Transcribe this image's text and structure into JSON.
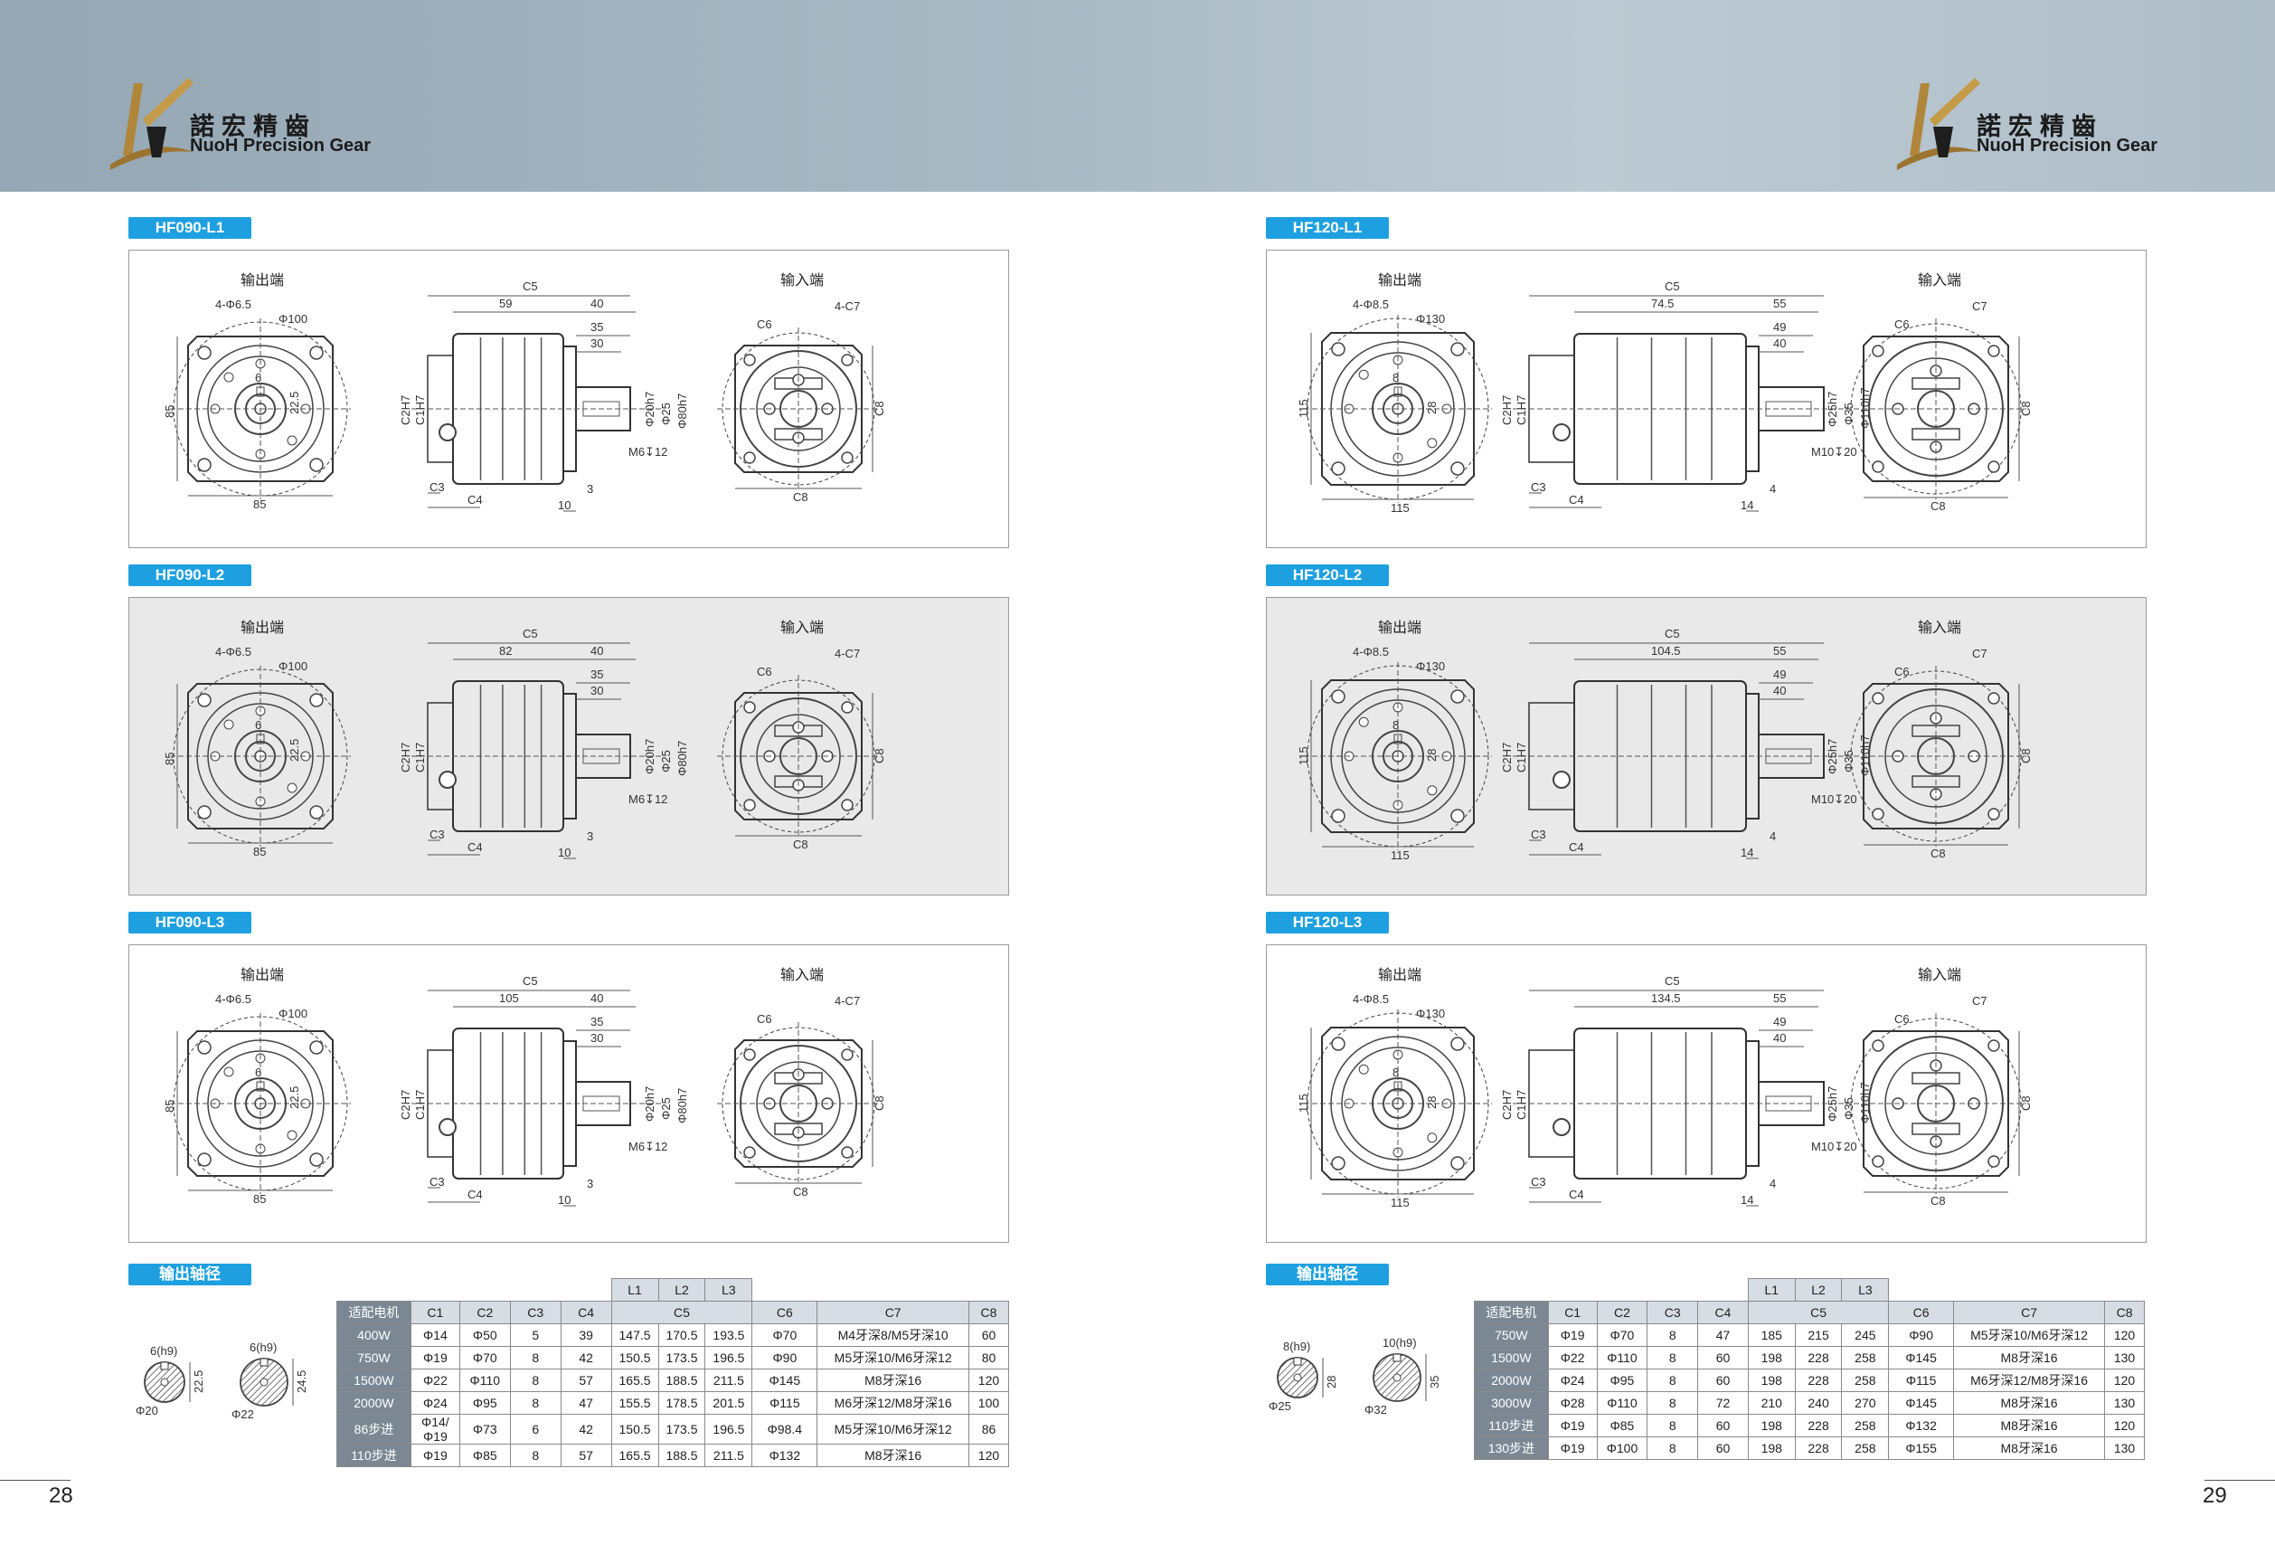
{
  "brand": {
    "cn": "諾宏精齒",
    "en": "NuoH Precision Gear"
  },
  "page_left": "28",
  "page_right": "29",
  "section_shaft": "输出轴径",
  "colors": {
    "accent": "#1ea0e0",
    "header_bg": "#a7b6c1",
    "row_label_bg": "#7b8894",
    "panel_grey": "#e9e9ea"
  },
  "models": {
    "hf090_l1": {
      "tag": "HF090-L1",
      "out": "输出端",
      "in": "输入端",
      "holes": "4-Φ6.5",
      "pcd": "Φ100",
      "d_6": "6",
      "d_225": "22.5",
      "d_flange": "85",
      "c5": "C5",
      "l_body": "59",
      "l_shaft": "40",
      "l_35": "35",
      "l_30": "30",
      "phi_shaft": "Φ20h7",
      "phi_25": "Φ25",
      "phi_pilot": "Φ80h7",
      "thread": "M6↧12",
      "c2": "C2H7",
      "c1": "C1H7",
      "c3": "C3",
      "c4": "C4",
      "d_10": "10",
      "d_3": "3",
      "c6": "C6",
      "c7": "4-C7",
      "c8": "C8"
    },
    "hf090_l2": {
      "tag": "HF090-L2",
      "out": "输出端",
      "in": "输入端",
      "holes": "4-Φ6.5",
      "pcd": "Φ100",
      "d_6": "6",
      "d_225": "22.5",
      "d_flange": "85",
      "c5": "C5",
      "l_body": "82",
      "l_shaft": "40",
      "l_35": "35",
      "l_30": "30",
      "phi_shaft": "Φ20h7",
      "phi_25": "Φ25",
      "phi_pilot": "Φ80h7",
      "thread": "M6↧12",
      "c2": "C2H7",
      "c1": "C1H7",
      "c3": "C3",
      "c4": "C4",
      "d_10": "10",
      "d_3": "3",
      "c6": "C6",
      "c7": "4-C7",
      "c8": "C8"
    },
    "hf090_l3": {
      "tag": "HF090-L3",
      "out": "输出端",
      "in": "输入端",
      "holes": "4-Φ6.5",
      "pcd": "Φ100",
      "d_6": "6",
      "d_225": "22.5",
      "d_flange": "85",
      "c5": "C5",
      "l_body": "105",
      "l_shaft": "40",
      "l_35": "35",
      "l_30": "30",
      "phi_shaft": "Φ20h7",
      "phi_25": "Φ25",
      "phi_pilot": "Φ80h7",
      "thread": "M6↧12",
      "c2": "C2H7",
      "c1": "C1H7",
      "c3": "C3",
      "c4": "C4",
      "d_10": "10",
      "d_3": "3",
      "c6": "C6",
      "c7": "4-C7",
      "c8": "C8"
    },
    "hf120_l1": {
      "tag": "HF120-L1",
      "out": "输出端",
      "in": "输入端",
      "holes": "4-Φ8.5",
      "pcd": "Φ130",
      "d_6": "8",
      "d_225": "28",
      "d_flange": "115",
      "c5": "C5",
      "l_body": "74.5",
      "l_shaft": "55",
      "l_35": "49",
      "l_30": "40",
      "phi_shaft": "Φ25h7",
      "phi_25": "Φ35",
      "phi_pilot": "Φ110h7",
      "thread": "M10↧20",
      "c2": "C2H7",
      "c1": "C1H7",
      "c3": "C3",
      "c4": "C4",
      "d_10": "14",
      "d_3": "4",
      "c6": "C6",
      "c7": "C7",
      "c8": "C8"
    },
    "hf120_l2": {
      "tag": "HF120-L2",
      "out": "输出端",
      "in": "输入端",
      "holes": "4-Φ8.5",
      "pcd": "Φ130",
      "d_6": "8",
      "d_225": "28",
      "d_flange": "115",
      "c5": "C5",
      "l_body": "104.5",
      "l_shaft": "55",
      "l_35": "49",
      "l_30": "40",
      "phi_shaft": "Φ25h7",
      "phi_25": "Φ35",
      "phi_pilot": "Φ110h7",
      "thread": "M10↧20",
      "c2": "C2H7",
      "c1": "C1H7",
      "c3": "C3",
      "c4": "C4",
      "d_10": "14",
      "d_3": "4",
      "c6": "C6",
      "c7": "C7",
      "c8": "C8"
    },
    "hf120_l3": {
      "tag": "HF120-L3",
      "out": "输出端",
      "in": "输入端",
      "holes": "4-Φ8.5",
      "pcd": "Φ130",
      "d_6": "8",
      "d_225": "28",
      "d_flange": "115",
      "c5": "C5",
      "l_body": "134.5",
      "l_shaft": "55",
      "l_35": "49",
      "l_30": "40",
      "phi_shaft": "Φ25h7",
      "phi_25": "Φ35",
      "phi_pilot": "Φ110h7",
      "thread": "M10↧20",
      "c2": "C2H7",
      "c1": "C1H7",
      "c3": "C3",
      "c4": "C4",
      "d_10": "14",
      "d_3": "4",
      "c6": "C6",
      "c7": "C7",
      "c8": "C8"
    }
  },
  "shaft_left": {
    "key1": "6(h9)",
    "h1": "22.5",
    "dia1": "Φ20",
    "key2": "6(h9)",
    "h2": "24.5",
    "dia2": "Φ22"
  },
  "shaft_right": {
    "key1": "8(h9)",
    "h1": "28",
    "dia1": "Φ25",
    "key2": "10(h9)",
    "h2": "35",
    "dia2": "Φ32"
  },
  "table_left": {
    "header": [
      "适配电机",
      "C1",
      "C2",
      "C3",
      "C4",
      "C5",
      "C6",
      "C7",
      "C8"
    ],
    "sub": [
      "L1",
      "L2",
      "L3"
    ],
    "rows": [
      [
        "400W",
        "Φ14",
        "Φ50",
        "5",
        "39",
        "147.5",
        "170.5",
        "193.5",
        "Φ70",
        "M4牙深8/M5牙深10",
        "60"
      ],
      [
        "750W",
        "Φ19",
        "Φ70",
        "8",
        "42",
        "150.5",
        "173.5",
        "196.5",
        "Φ90",
        "M5牙深10/M6牙深12",
        "80"
      ],
      [
        "1500W",
        "Φ22",
        "Φ110",
        "8",
        "57",
        "165.5",
        "188.5",
        "211.5",
        "Φ145",
        "M8牙深16",
        "120"
      ],
      [
        "2000W",
        "Φ24",
        "Φ95",
        "8",
        "47",
        "155.5",
        "178.5",
        "201.5",
        "Φ115",
        "M6牙深12/M8牙深16",
        "100"
      ],
      [
        "86步进",
        "Φ14/Φ19",
        "Φ73",
        "6",
        "42",
        "150.5",
        "173.5",
        "196.5",
        "Φ98.4",
        "M5牙深10/M6牙深12",
        "86"
      ],
      [
        "110步进",
        "Φ19",
        "Φ85",
        "8",
        "57",
        "165.5",
        "188.5",
        "211.5",
        "Φ132",
        "M8牙深16",
        "120"
      ]
    ]
  },
  "table_right": {
    "header": [
      "适配电机",
      "C1",
      "C2",
      "C3",
      "C4",
      "C5",
      "C6",
      "C7",
      "C8"
    ],
    "sub": [
      "L1",
      "L2",
      "L3"
    ],
    "rows": [
      [
        "750W",
        "Φ19",
        "Φ70",
        "8",
        "47",
        "185",
        "215",
        "245",
        "Φ90",
        "M5牙深10/M6牙深12",
        "120"
      ],
      [
        "1500W",
        "Φ22",
        "Φ110",
        "8",
        "60",
        "198",
        "228",
        "258",
        "Φ145",
        "M8牙深16",
        "130"
      ],
      [
        "2000W",
        "Φ24",
        "Φ95",
        "8",
        "60",
        "198",
        "228",
        "258",
        "Φ115",
        "M6牙深12/M8牙深16",
        "120"
      ],
      [
        "3000W",
        "Φ28",
        "Φ110",
        "8",
        "72",
        "210",
        "240",
        "270",
        "Φ145",
        "M8牙深16",
        "130"
      ],
      [
        "110步进",
        "Φ19",
        "Φ85",
        "8",
        "60",
        "198",
        "228",
        "258",
        "Φ132",
        "M8牙深16",
        "120"
      ],
      [
        "130步进",
        "Φ19",
        "Φ100",
        "8",
        "60",
        "198",
        "228",
        "258",
        "Φ155",
        "M8牙深16",
        "130"
      ]
    ]
  }
}
